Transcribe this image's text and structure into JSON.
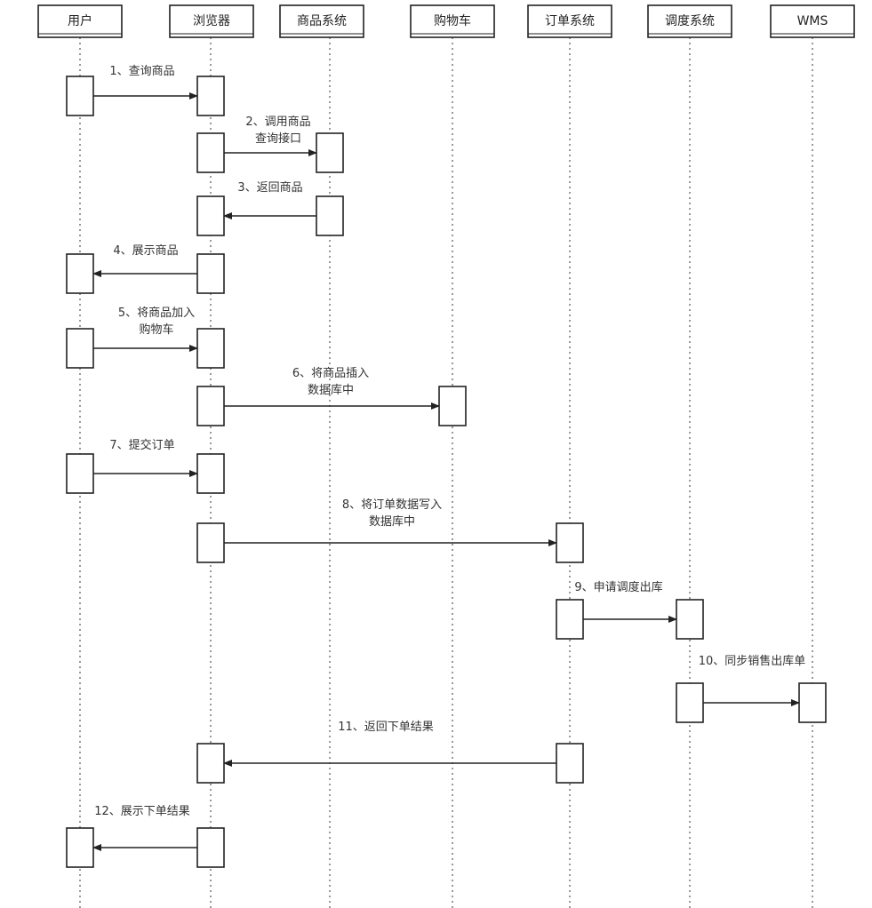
{
  "participants": [
    {
      "id": "user",
      "label": "用户"
    },
    {
      "id": "browser",
      "label": "浏览器"
    },
    {
      "id": "product",
      "label": "商品系统"
    },
    {
      "id": "cart",
      "label": "购物车"
    },
    {
      "id": "order",
      "label": "订单系统"
    },
    {
      "id": "dispatch",
      "label": "调度系统"
    },
    {
      "id": "wms",
      "label": "WMS"
    }
  ],
  "messages": [
    {
      "num": "1",
      "from": "user",
      "to": "browser",
      "lines": [
        "1、查询商品"
      ]
    },
    {
      "num": "2",
      "from": "browser",
      "to": "product",
      "lines": [
        "2、调用商品",
        "查询接口"
      ]
    },
    {
      "num": "3",
      "from": "product",
      "to": "browser",
      "lines": [
        "3、返回商品"
      ]
    },
    {
      "num": "4",
      "from": "browser",
      "to": "user",
      "lines": [
        "4、展示商品"
      ]
    },
    {
      "num": "5",
      "from": "user",
      "to": "browser",
      "lines": [
        "5、将商品加入",
        "购物车"
      ]
    },
    {
      "num": "6",
      "from": "browser",
      "to": "cart",
      "lines": [
        "6、将商品插入",
        "数据库中"
      ]
    },
    {
      "num": "7",
      "from": "user",
      "to": "browser",
      "lines": [
        "7、提交订单"
      ]
    },
    {
      "num": "8",
      "from": "browser",
      "to": "order",
      "lines": [
        "8、将订单数据写入",
        "数据库中"
      ]
    },
    {
      "num": "9",
      "from": "order",
      "to": "dispatch",
      "lines": [
        "9、申请调度出库"
      ]
    },
    {
      "num": "10",
      "from": "dispatch",
      "to": "wms",
      "lines": [
        "10、同步销售出库单"
      ]
    },
    {
      "num": "11",
      "from": "order",
      "to": "browser",
      "lines": [
        "11、返回下单结果"
      ]
    },
    {
      "num": "12",
      "from": "browser",
      "to": "user",
      "lines": [
        "12、展示下单结果"
      ]
    }
  ]
}
